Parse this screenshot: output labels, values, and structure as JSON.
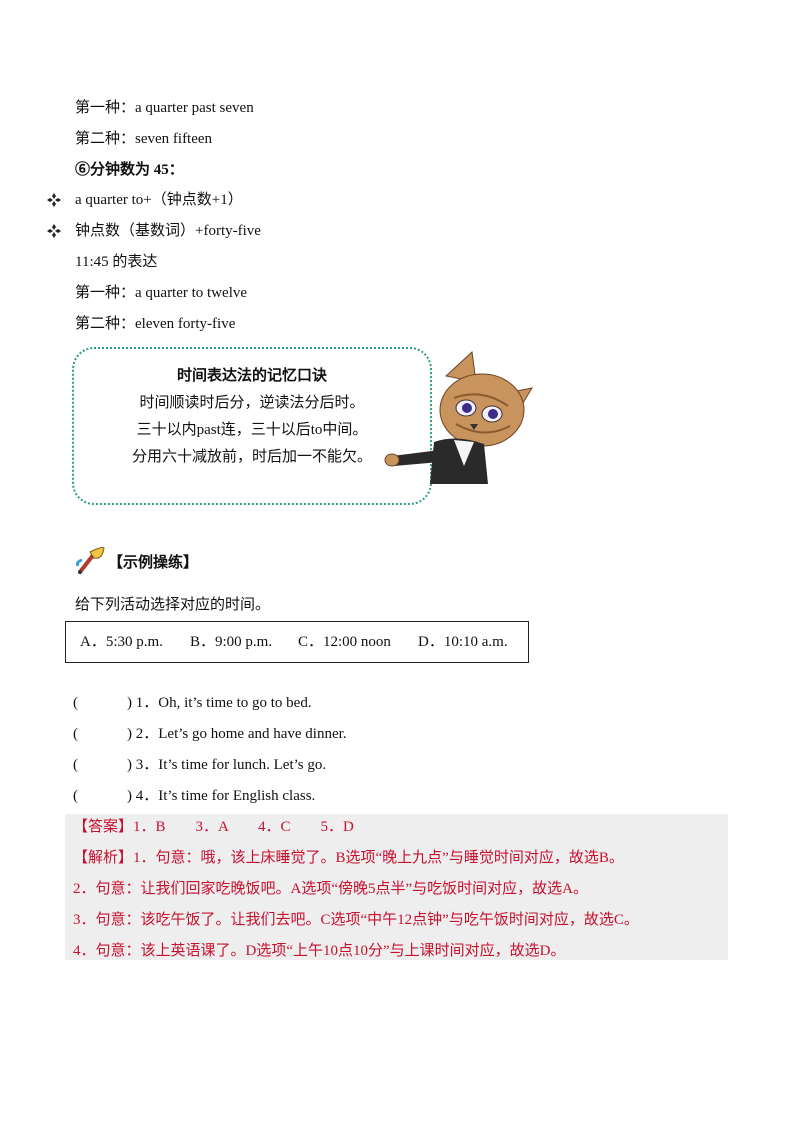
{
  "section5": {
    "way1": "第一种：a quarter past seven",
    "way2": "第二种：seven fifteen"
  },
  "section6": {
    "heading": "⑥分钟数为 45：",
    "bullet1": "a quarter to+（钟点数+1）",
    "bullet2": "钟点数（基数词）+forty-five",
    "example": "11:45 的表达",
    "way1": "第一种：a quarter to twelve",
    "way2": "第二种：eleven forty-five"
  },
  "memo": {
    "title": "时间表达法的记忆口诀",
    "line1": "时间顺读时后分，逆读法分后时。",
    "line2": "三十以内past连，三十以后to中间。",
    "line3": "分用六十减放前，时后加一不能欠。"
  },
  "example_section": {
    "title": "【示例操练】",
    "instruction": "给下列活动选择对应的时间。",
    "options": [
      "A．5:30 p.m.",
      "B．9:00 p.m.",
      "C．12:00 noon",
      "D．10:10 a.m."
    ]
  },
  "questions": [
    {
      "paren_open": "(",
      "paren_close": ") 1．Oh, it’s time to go to bed."
    },
    {
      "paren_open": "(",
      "paren_close": ") 2．Let’s go home and have dinner."
    },
    {
      "paren_open": "(",
      "paren_close": ") 3．It’s time for lunch. Let’s go."
    },
    {
      "paren_open": "(",
      "paren_close": ") 4．It’s time for English class."
    }
  ],
  "answers": {
    "answer_line": "【答案】1．B　　3．A　　4．C　　5．D",
    "analysis1": "【解析】1．句意：哦，该上床睡觉了。B选项“晚上九点”与睡觉时间对应，故选B。",
    "analysis2": "2．句意：让我们回家吃晚饭吧。A选项“傍晚5点半”与吃饭时间对应，故选A。",
    "analysis3": "3．句意：该吃午饭了。让我们去吧。C选项“中午12点钟”与吃午饭时间对应，故选C。",
    "analysis4": "4．句意：该上英语课了。D选项“上午10点10分”与上课时间对应，故选D。"
  },
  "colors": {
    "answer_red": "#c8102e",
    "memo_border": "#2f9b8a",
    "answer_bg": "#eeeeee"
  },
  "icons": {
    "bullet": "diamond-bullet-icon",
    "cat": "cat-mascot-illustration",
    "pen": "quill-pen-icon"
  }
}
